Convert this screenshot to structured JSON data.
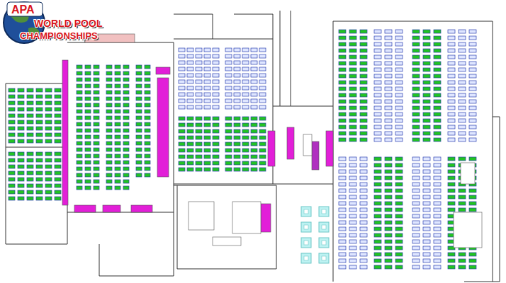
{
  "diagram": {
    "labels": [
      "APA",
      "WORLD POOL",
      "CHAMPIONSHIPS"
    ]
  }
}
